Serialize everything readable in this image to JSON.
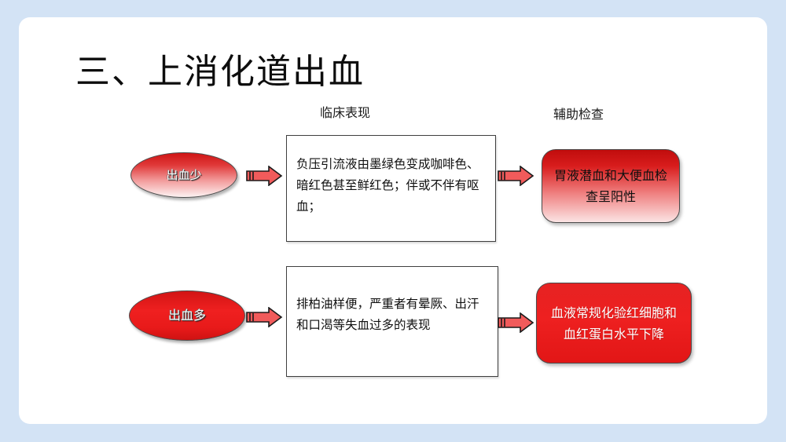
{
  "slide": {
    "title": "三、上消化道出血",
    "background_color": "#d3e3f5",
    "card_color": "#ffffff"
  },
  "headers": {
    "clinical": "临床表现",
    "exam": "辅助检查"
  },
  "rows": [
    {
      "label": "出血少",
      "clinical_text": "负压引流液由墨绿色变成咖啡色、暗红色甚至鲜红色；伴或不伴有呕血；",
      "exam_text": "胃液潜血和大便血检查呈阳性",
      "label_color": "#cf1414",
      "exam_box_color": "#c00d0d"
    },
    {
      "label": "出血多",
      "clinical_text": "排柏油样便，严重者有晕厥、出汗和口渴等失血过多的表现",
      "exam_text": "血液常规化验红细胞和血红蛋白水平下降",
      "label_color": "#ef2020",
      "exam_box_color": "#e62222"
    }
  ],
  "arrows": {
    "icon": "right-arrow-icon",
    "fill": "#f15b5b",
    "stroke": "#1a1a1a"
  }
}
